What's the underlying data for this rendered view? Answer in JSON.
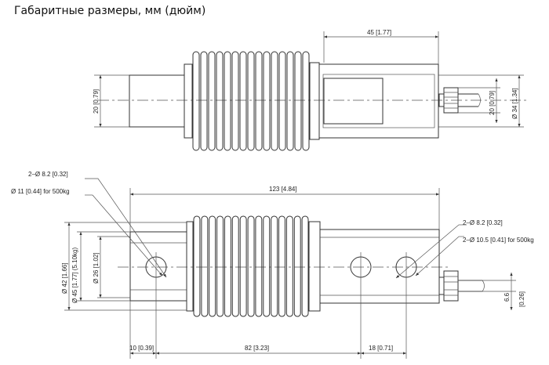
{
  "title": "Габаритные размеры, мм (дюйм)",
  "dims": {
    "top_len": "45 [1.77]",
    "top_left_h": "20 [0.79]",
    "top_right_h": "20 [0.79]",
    "top_dia": "Ø 34 [1.34]",
    "len_total": "123 [4.84]",
    "hole_left_1": "2–Ø 8.2 [0.32]",
    "hole_left_2": "Ø 11 [0.44] for 500kg",
    "hole_right_1": "2–Ø 8.2 [0.32]",
    "hole_right_2": "2–Ø 10.5 [0.41] for 500kg",
    "h42": "Ø 42 [1.66]",
    "h45": "Ø 45 [1.77] (5.10kg)",
    "h26": "Ø 26 [1.02]",
    "h66": "6.6",
    "h026": "[0.26]",
    "b10": "10 [0.39]",
    "b82": "82 [3.23]",
    "b18": "18 [0.71]"
  }
}
